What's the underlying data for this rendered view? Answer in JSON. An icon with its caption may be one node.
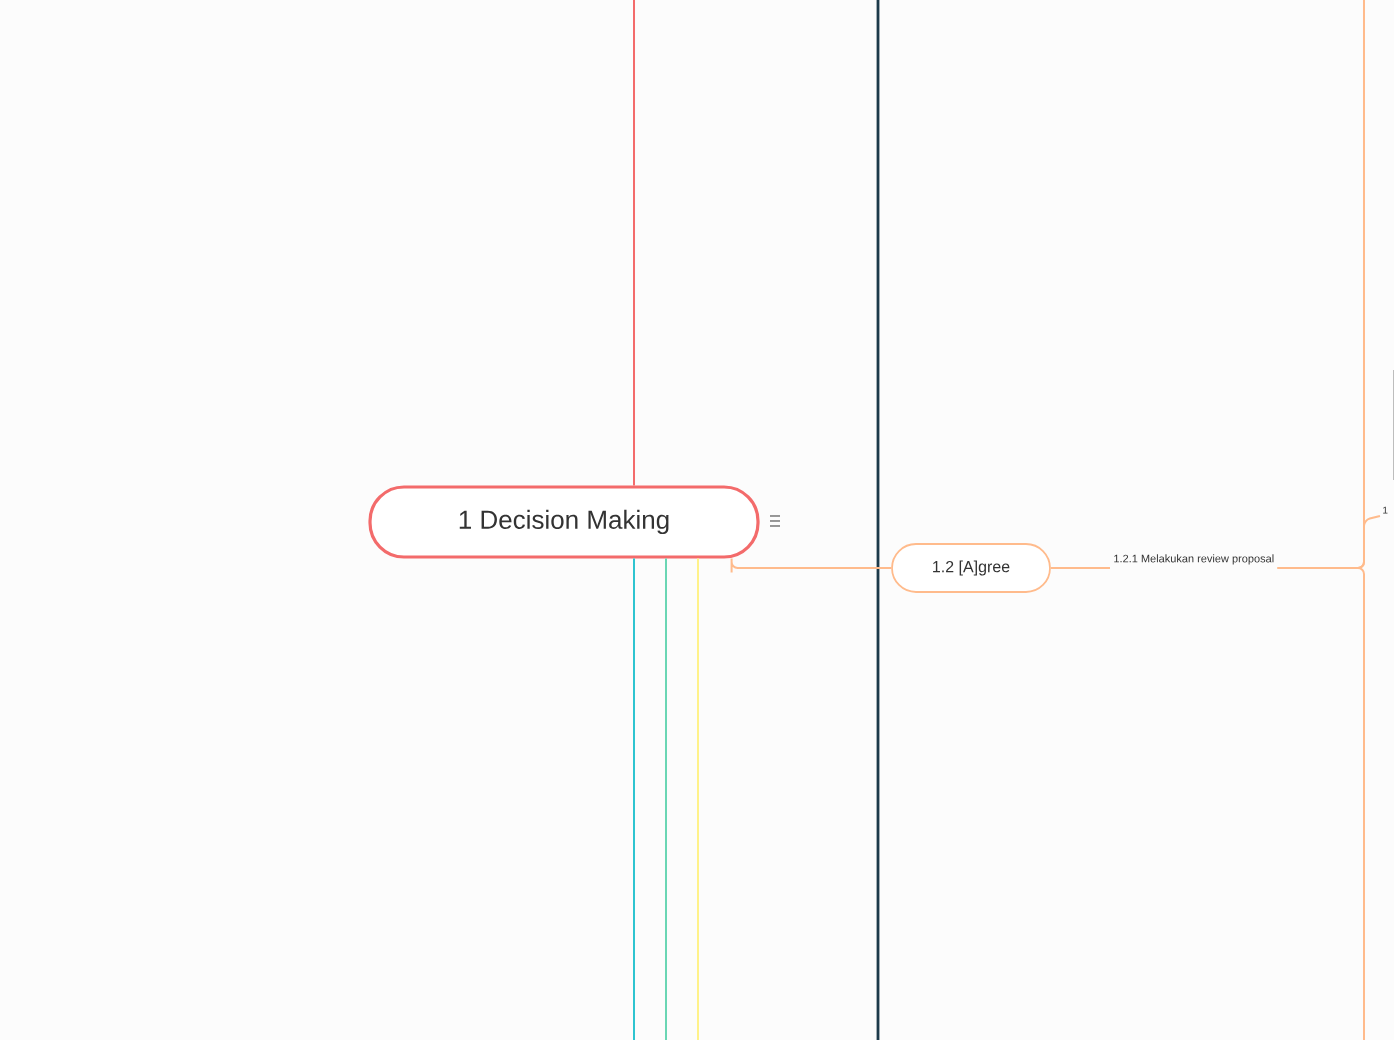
{
  "diagram": {
    "nodes": [
      {
        "text": [
          "1  Decision Making"
        ]
      },
      {
        "text": [
          "1.2  [A]gree"
        ]
      },
      {
        "text": [
          "1.2.1  Melakukan review proposal"
        ]
      },
      {
        "text": [
          "1"
        ]
      }
    ],
    "edges": [
      {
        "from": 0,
        "to": 1,
        "arrow": "none"
      },
      {
        "from": 1,
        "to": 2,
        "arrow": "none"
      },
      {
        "from": 2,
        "to": 3,
        "arrow": "none"
      },
      {
        "from": 2,
        "to": null,
        "arrow": "none"
      },
      {
        "from": 2,
        "to": null,
        "arrow": "none"
      },
      {
        "from": 0,
        "to": null,
        "arrow": "none",
        "color": "#f36b6b"
      },
      {
        "from": 0,
        "to": null,
        "arrow": "none",
        "color": "#2ec4d0"
      },
      {
        "from": 0,
        "to": null,
        "arrow": "none",
        "color": "#6ad6b4"
      },
      {
        "from": 0,
        "to": null,
        "arrow": "none",
        "color": "#fff28a"
      }
    ]
  }
}
